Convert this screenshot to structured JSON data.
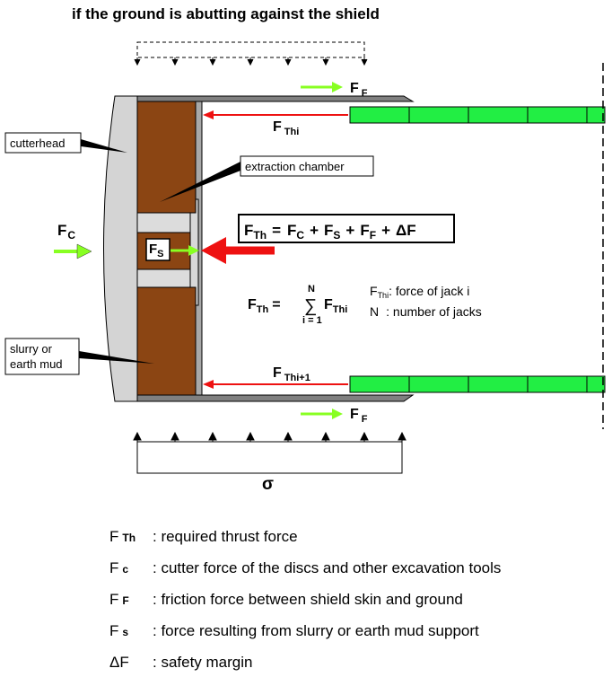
{
  "title": "if the ground is abutting against the shield",
  "labels": {
    "cutterhead": "cutterhead",
    "extraction_chamber": "extraction chamber",
    "slurry_line1": "slurry or",
    "slurry_line2": "earth mud",
    "sigma": "σ"
  },
  "forces": {
    "ff": {
      "main": "F",
      "sub": "F"
    },
    "fthi": {
      "main": "F",
      "sub": "Thi"
    },
    "fthi1": {
      "main": "F",
      "sub": "Thi+1"
    },
    "fc": {
      "main": "F",
      "sub": "C"
    },
    "fs": {
      "main": "F",
      "sub": "S"
    }
  },
  "equation": {
    "lhs_main": "F",
    "lhs_sub": "Th",
    "eq": "=",
    "t1_main": "F",
    "t1_sub": "C",
    "plus": "+",
    "t2_main": "F",
    "t2_sub": "S",
    "t3_main": "F",
    "t3_sub": "F",
    "t4": "ΔF"
  },
  "sum_formula": {
    "lhs_main": "F",
    "lhs_sub": "Th",
    "eq": "=",
    "sigma": "∑",
    "upper": "N",
    "lower": "i = 1",
    "term_main": "F",
    "term_sub": "Thi"
  },
  "jack_note": {
    "line1_main": "F",
    "line1_sub": "Thi",
    "line1_text": ": force of jack i",
    "line2_sym": "N",
    "line2_text": ": number of jacks"
  },
  "legend": [
    {
      "main": "F",
      "sub": "Th",
      "desc": ": required thrust force"
    },
    {
      "main": "F",
      "sub": "c",
      "desc": ": cutter force of the discs and other excavation tools"
    },
    {
      "main": "F",
      "sub": "F",
      "desc": ": friction force between shield skin and ground"
    },
    {
      "main": "F",
      "sub": "s",
      "desc": ": force resulting from slurry or earth mud support"
    },
    {
      "main": "ΔF",
      "sub": "",
      "desc": ": safety margin"
    }
  ],
  "colors": {
    "chamber": "#8B4513",
    "jack": "#22EE44",
    "arrow_green": "#88FF22",
    "arrow_red": "#EE1111",
    "shield": "#D4D4D4",
    "shield_dark": "#808080"
  }
}
